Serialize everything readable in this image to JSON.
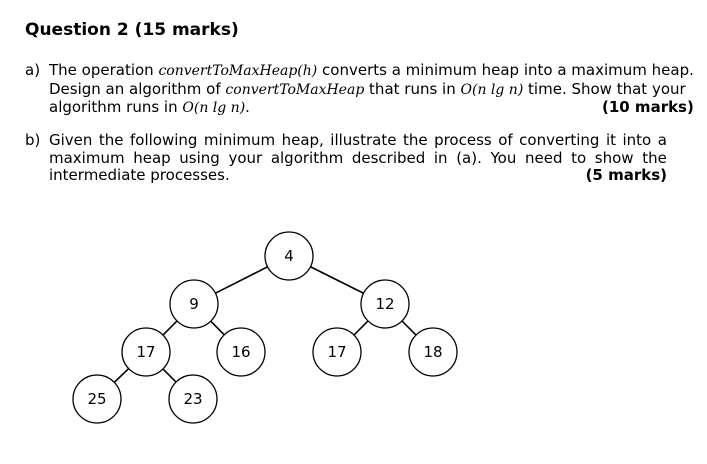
{
  "question": {
    "title": "Question 2 (15 marks)"
  },
  "part_a": {
    "label": "a)",
    "line1": {
      "t1": "The operation ",
      "m1": "convertToMaxHeap(h)",
      "t2": " converts a minimum heap into a maximum heap."
    },
    "line2": {
      "t1": "Design an algorithm of ",
      "m1": "convertToMaxHeap",
      "t2": " that runs in ",
      "m2": "O(n lg n)",
      "t3": " time. Show that your"
    },
    "line3": {
      "t1": "algorithm runs in ",
      "m1": "O(n lg n)",
      "t2": "."
    },
    "marks": "(10 marks)"
  },
  "part_b": {
    "label": "b)",
    "line1": [
      "Given",
      "the",
      "following",
      "minimum",
      "heap,",
      "illustrate",
      "the",
      "process",
      "of",
      "converting",
      "it",
      "into",
      "a"
    ],
    "line2": [
      "maximum",
      "heap",
      "using",
      "your",
      "algorithm",
      "described",
      "in",
      "(a).",
      "You",
      "need",
      "to",
      "show",
      "the"
    ],
    "line3": "intermediate processes.",
    "marks": "(5 marks)"
  },
  "heap": {
    "nodes": [
      "4",
      "9",
      "12",
      "17",
      "16",
      "17",
      "18",
      "25",
      "23"
    ],
    "edges": [
      [
        0,
        1
      ],
      [
        0,
        2
      ],
      [
        1,
        3
      ],
      [
        1,
        4
      ],
      [
        2,
        5
      ],
      [
        2,
        6
      ],
      [
        3,
        7
      ],
      [
        3,
        8
      ]
    ]
  }
}
